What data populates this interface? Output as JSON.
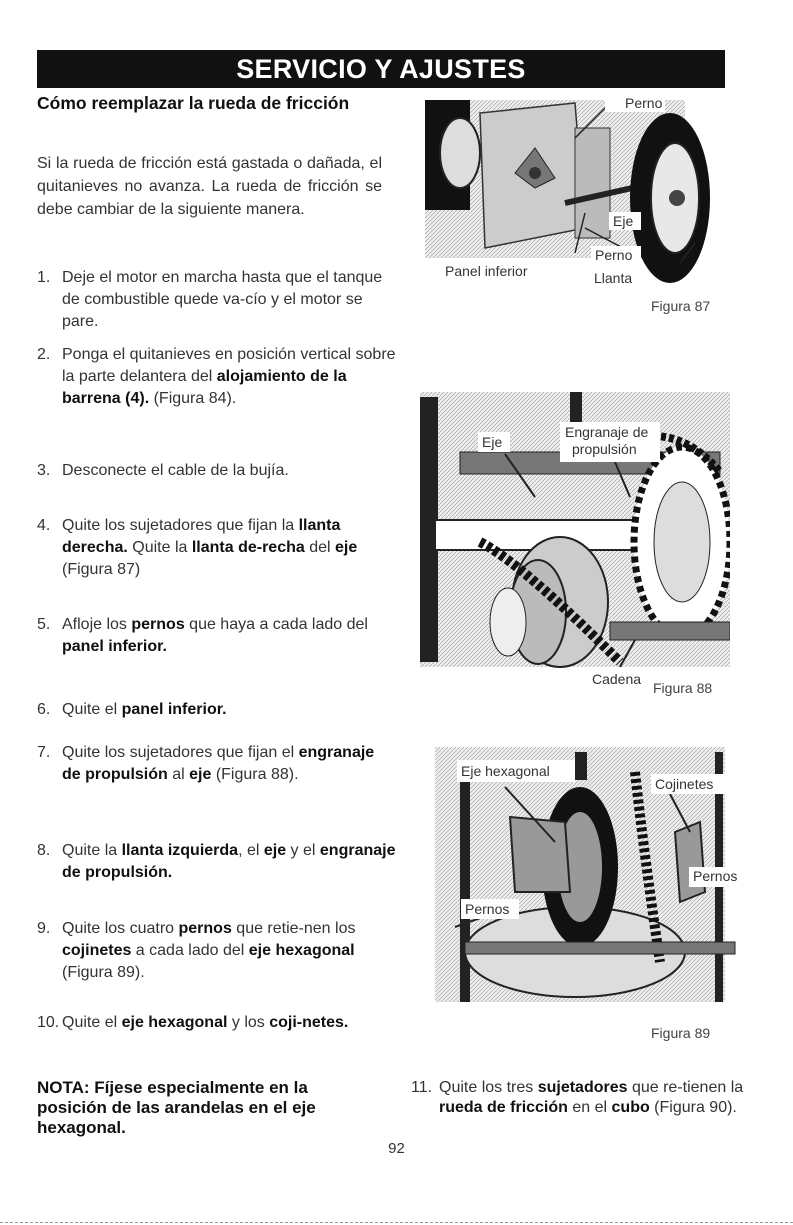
{
  "header": {
    "title": "SERVICIO Y AJUSTES"
  },
  "section": {
    "title": "Cómo reemplazar la rueda de fricción"
  },
  "intro": "Si la rueda de fricción está gastada o dañada, el quitanieves no avanza. La rueda de fricción se debe cambiar de la siguiente manera.",
  "steps": [
    {
      "num": "1.",
      "parts": [
        [
          "t",
          "Deje el motor en marcha hasta que el tanque de combustible quede va-cío y el motor se pare."
        ]
      ]
    },
    {
      "num": "2.",
      "parts": [
        [
          "t",
          "Ponga el quitanieves en posición vertical sobre la parte delantera del "
        ],
        [
          "b",
          "alojamiento de la barrena (4)."
        ],
        [
          "t",
          " (Figura 84)."
        ]
      ]
    },
    {
      "num": "3.",
      "parts": [
        [
          "t",
          "Desconecte el cable de la bujía."
        ]
      ]
    },
    {
      "num": "4.",
      "parts": [
        [
          "t",
          "Quite los sujetadores que fijan la "
        ],
        [
          "b",
          "llanta derecha."
        ],
        [
          "t",
          " Quite la "
        ],
        [
          "b",
          "llanta de-recha"
        ],
        [
          "t",
          " del "
        ],
        [
          "b",
          "eje"
        ],
        [
          "t",
          " (Figura 87)"
        ]
      ]
    },
    {
      "num": "5.",
      "parts": [
        [
          "t",
          "Afloje los "
        ],
        [
          "b",
          "pernos"
        ],
        [
          "t",
          " que haya a cada lado del "
        ],
        [
          "b",
          "panel inferior."
        ]
      ]
    },
    {
      "num": "6.",
      "parts": [
        [
          "t",
          "Quite el "
        ],
        [
          "b",
          "panel inferior."
        ]
      ]
    },
    {
      "num": "7.",
      "parts": [
        [
          "t",
          "Quite los sujetadores que fijan el "
        ],
        [
          "b",
          "engranaje de propulsión"
        ],
        [
          "t",
          " al "
        ],
        [
          "b",
          "eje"
        ],
        [
          "t",
          " (Figura 88)."
        ]
      ]
    },
    {
      "num": "8.",
      "parts": [
        [
          "t",
          "Quite la "
        ],
        [
          "b",
          "llanta izquierda"
        ],
        [
          "t",
          ", el "
        ],
        [
          "b",
          "eje"
        ],
        [
          "t",
          " y el "
        ],
        [
          "b",
          "engranaje de propulsión."
        ]
      ]
    },
    {
      "num": "9.",
      "parts": [
        [
          "t",
          "Quite los cuatro "
        ],
        [
          "b",
          "pernos"
        ],
        [
          "t",
          " que retie-nen los "
        ],
        [
          "b",
          "cojinetes"
        ],
        [
          "t",
          " a cada lado del "
        ],
        [
          "b",
          "eje hexagonal"
        ],
        [
          "t",
          " (Figura 89)."
        ]
      ]
    },
    {
      "num": "10.",
      "parts": [
        [
          "t",
          "Quite el "
        ],
        [
          "b",
          "eje hexagonal"
        ],
        [
          "t",
          " y los "
        ],
        [
          "b",
          "coji-netes."
        ]
      ]
    }
  ],
  "note": "NOTA: Fíjese especialmente en la posición de las arandelas en el eje hexagonal.",
  "step11": {
    "num": "11.",
    "parts": [
      [
        "t",
        "Quite los tres "
      ],
      [
        "b",
        "sujetadores"
      ],
      [
        "t",
        " que re-tienen la "
      ],
      [
        "b",
        "rueda de fricción"
      ],
      [
        "t",
        " en el "
      ],
      [
        "b",
        "cubo"
      ],
      [
        "t",
        " (Figura 90)."
      ]
    ]
  },
  "page_number": "92",
  "figures": {
    "fig87": {
      "caption": "Figura 87",
      "labels": {
        "perno_top": "Perno",
        "eje": "Eje",
        "perno_bottom": "Perno",
        "panel": "Panel inferior",
        "llanta": "Llanta"
      }
    },
    "fig88": {
      "caption": "Figura 88",
      "labels": {
        "eje": "Eje",
        "engranaje_1": "Engranaje de",
        "engranaje_2": "propulsión",
        "cadena": "Cadena"
      }
    },
    "fig89": {
      "caption": "Figura 89",
      "labels": {
        "eje_hex": "Eje hexagonal",
        "cojinetes": "Cojinetes",
        "pernos_right": "Pernos",
        "pernos_left": "Pernos"
      }
    }
  }
}
